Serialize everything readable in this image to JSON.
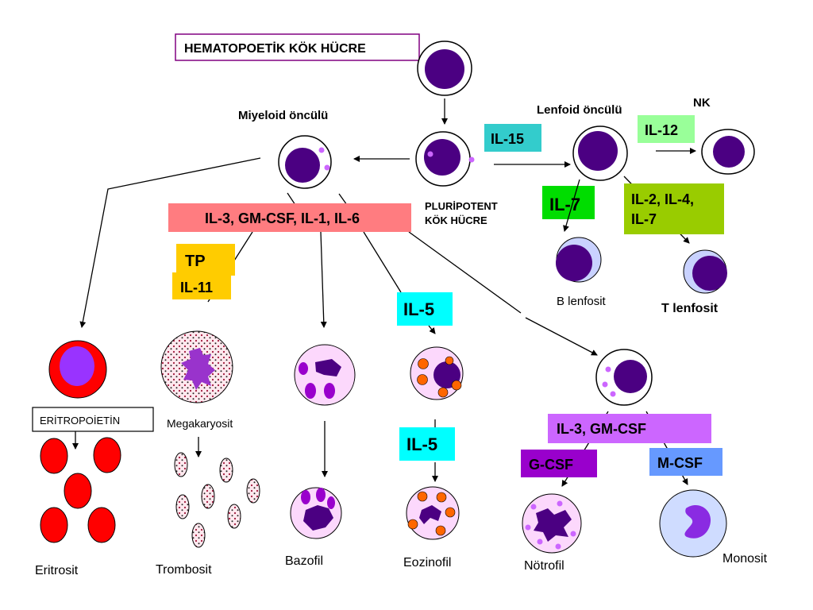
{
  "title": "HEMATOPOETİK KÖK HÜCRE",
  "labels": {
    "myeloid": "Miyeloid öncülü",
    "lymphoid": "Lenfoid öncülü",
    "nk": "NK",
    "pluripotent_line1": "PLURİPOTENT",
    "pluripotent_line2": "KÖK HÜCRE",
    "b_lymphocyte": "B lenfosit",
    "t_lymphocyte": "T lenfosit",
    "megakaryocyte": "Megakaryosit",
    "erythropoietin": "ERİTROPOİETİN",
    "erythrocyte": "Eritrosit",
    "thrombocyte": "Trombosit",
    "basophil": "Bazofil",
    "eosinophil": "Eozinofil",
    "neutrophil": "Nötrofil",
    "monocyte": "Monosit"
  },
  "factors": {
    "il15": "IL-15",
    "il12": "IL-12",
    "il7": "IL-7",
    "il2_line1": "IL-2, IL-4,",
    "il2_line2": "IL-7",
    "myeloid_main": "IL-3, GM-CSF, IL-1,  IL-6",
    "tp": "TP",
    "il11": "IL-11",
    "il5_top": "IL-5",
    "il5_bottom": "IL-5",
    "il3_gmcsf": "IL-3, GM-CSF",
    "gcsf": "G-CSF",
    "mcsf": "M-CSF"
  },
  "colors": {
    "il15": "#33cccc",
    "il12": "#99ff99",
    "il7": "#00dd00",
    "il2": "#99cc00",
    "myeloid_main": "#ff7c80",
    "tp_il11": "#ffcc00",
    "il5": "#00ffff",
    "il3_gmcsf": "#cc66ff",
    "gcsf": "#9900cc",
    "mcsf": "#6699ff",
    "nucleus": "#4b0082",
    "granule": "#cc66ff",
    "rbc": "#ff0000",
    "title_border": "#800080"
  }
}
